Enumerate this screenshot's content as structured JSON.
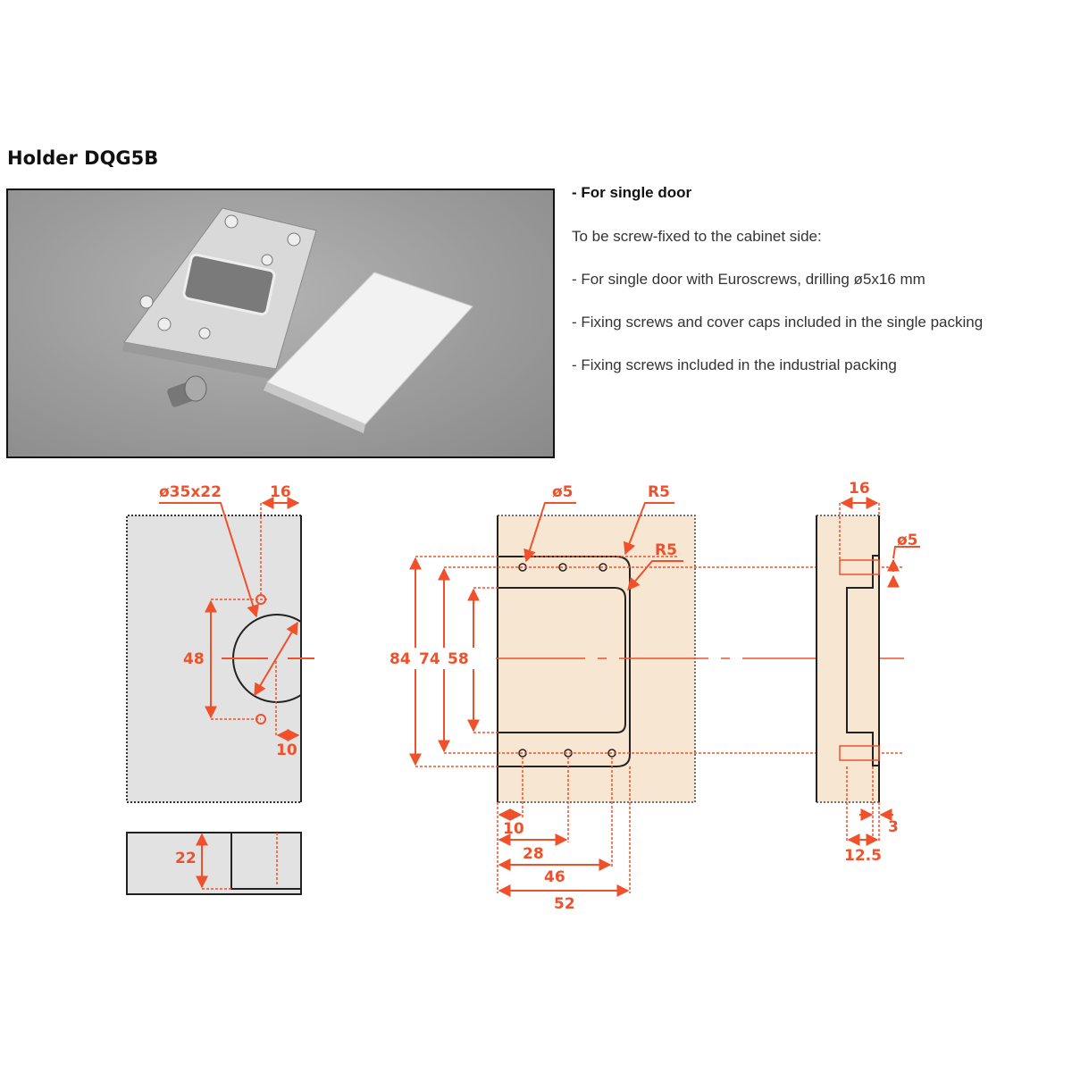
{
  "title": "Holder DQG5B",
  "description": {
    "heading": "- For single door",
    "lines": [
      "To be screw-fixed to the cabinet side:",
      "- For single door with Euroscrews, drilling ø5x16 mm",
      "- Fixing screws and cover caps included in the single packing",
      "- Fixing screws included in the industrial packing"
    ]
  },
  "drawing_door": {
    "cup": "ø35x22",
    "edge": "16",
    "hole_spacing": "48",
    "center_offset": "10",
    "depth": "22"
  },
  "drawing_plate": {
    "hole": "ø5",
    "radius_outer": "R5",
    "radius_inner": "R5",
    "h84": "84",
    "h74": "74",
    "h58": "58",
    "w10": "10",
    "w28": "28",
    "w46": "46",
    "w52": "52"
  },
  "drawing_side": {
    "depth": "16",
    "hole": "ø5",
    "step": "3",
    "thickness": "12.5"
  },
  "colors": {
    "dimension": "#f0502a",
    "door_panel": "#e2e2e2",
    "cabinet_panel": "#f6e6d2"
  }
}
